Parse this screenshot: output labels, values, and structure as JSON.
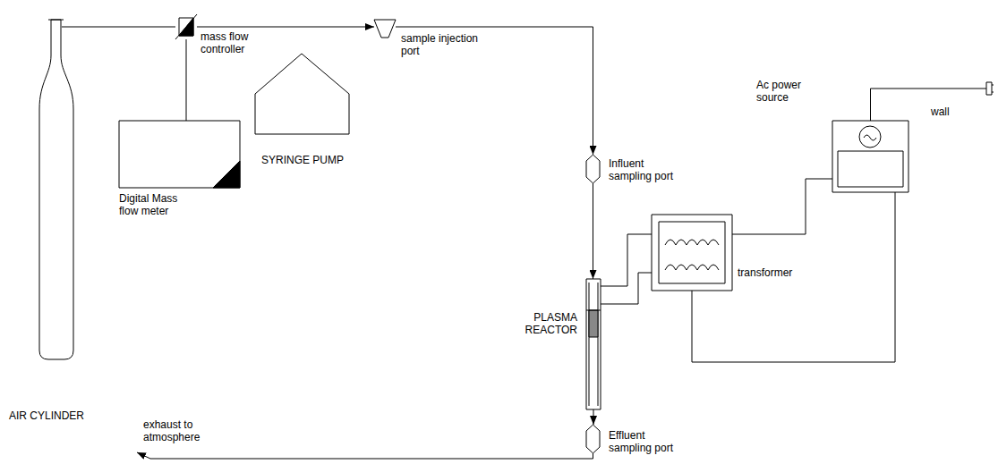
{
  "diagram": {
    "nodes": [
      {
        "text": [
          "AIR CYLINDER"
        ]
      },
      {
        "text": [
          "mass flow controller"
        ]
      },
      {
        "text": [
          "Digital Mass flow meter"
        ]
      },
      {
        "text": [
          "SYRINGE PUMP"
        ]
      },
      {
        "text": [
          "sample injection port"
        ]
      },
      {
        "text": [
          "Influent sampling port"
        ]
      },
      {
        "text": [
          "PLASMA REACTOR"
        ]
      },
      {
        "text": [
          "transformer"
        ]
      },
      {
        "text": [
          "Ac power source"
        ]
      },
      {
        "text": [
          "wall"
        ]
      },
      {
        "text": [
          "Effluent sampling port"
        ]
      }
    ],
    "edges": [
      {
        "from": 0,
        "to": 1,
        "arrow": "none"
      },
      {
        "from": 1,
        "to": 2,
        "arrow": "none"
      },
      {
        "from": 1,
        "to": 4,
        "arrow": "to"
      },
      {
        "from": 4,
        "to": 5,
        "arrow": "to"
      },
      {
        "from": 5,
        "to": 6,
        "arrow": "to"
      },
      {
        "from": 6,
        "to": 10,
        "arrow": "to"
      },
      {
        "from": 6,
        "to": 7,
        "arrow": "none"
      },
      {
        "from": 6,
        "to": 7,
        "arrow": "none"
      },
      {
        "from": 7,
        "to": 8,
        "arrow": "none"
      },
      {
        "from": 7,
        "to": 8,
        "arrow": "none"
      },
      {
        "from": 8,
        "to": 9,
        "arrow": "none"
      }
    ],
    "labels": [
      "exhaust to atmosphere"
    ]
  }
}
